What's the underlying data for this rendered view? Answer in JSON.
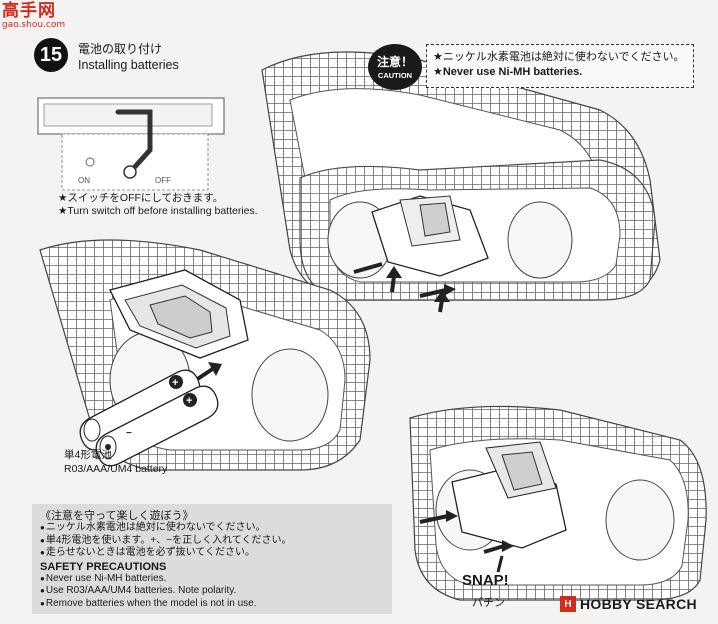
{
  "watermark_top": {
    "logo": "高手网",
    "url": "gao.shou.com"
  },
  "step": {
    "number": "15",
    "title_jp": "電池の取り付け",
    "title_en": "Installing batteries"
  },
  "caution": {
    "badge_jp": "注意！",
    "badge_en": "CAUTION",
    "line_jp": "★ニッケル水素電池は絶対に使わないでください。",
    "line_en": "★Never use Ni-MH batteries."
  },
  "switch": {
    "on_label": "ON",
    "off_label": "OFF",
    "note_jp": "★スイッチをOFFにしておきます。",
    "note_en": "★Turn switch off before installing batteries."
  },
  "battery": {
    "label_jp": "単4形電池",
    "label_en": "R03/AAA/UM4 battery",
    "plus": "+",
    "minus": "−"
  },
  "safety": {
    "title_jp": "《注意を守って楽しく遊ぼう》",
    "jp_items": [
      "ニッケル水素電池は絶対に使わないでください。",
      "単4形電池を使います。+、−を正しく入れてください。",
      "走らせないときは電池を必ず抜いてください。"
    ],
    "title_en": "SAFETY PRECAUTIONS",
    "en_items": [
      "Never use Ni-MH batteries.",
      "Use R03/AAA/UM4 batteries. Note polarity.",
      "Remove batteries when the model is not in use."
    ]
  },
  "snap": {
    "en": "SNAP!",
    "jp": "パチン"
  },
  "watermark_bottom": {
    "mark": "H",
    "text": "HOBBY SEARCH"
  }
}
